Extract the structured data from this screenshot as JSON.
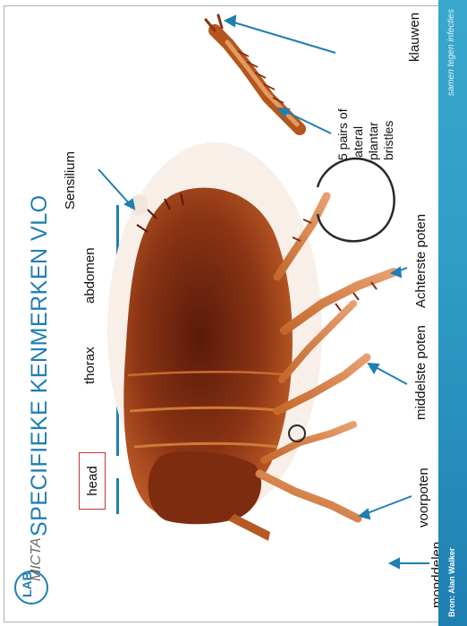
{
  "logo": {
    "lab": "LAB",
    "micta": "MICTA"
  },
  "title": "SPECIFIEKE KENMERKEN VLO",
  "body_parts": {
    "head": "head",
    "thorax": "thorax",
    "abdomen": "abdomen"
  },
  "labels": {
    "sensilium": "Sensilium",
    "monddelen": "monddelen",
    "voorpoten": "voorpoten",
    "middelste_poten": "middelste poten",
    "achterste_poten": "Achterste poten",
    "bristles": [
      "5 pairs of",
      "lateral",
      "plantar",
      "bristles"
    ],
    "klauwen": "klauwen"
  },
  "footer": {
    "source": "Bron: Alan Walker",
    "tagline": "samen tegen infecties"
  },
  "colors": {
    "accent": "#1f7fb2",
    "head_box": "#c83232",
    "flea": "#7a2a12"
  }
}
